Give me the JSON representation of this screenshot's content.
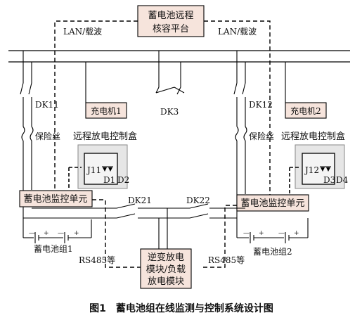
{
  "platform": {
    "line1": "蓄电池远程",
    "line2": "核容平台"
  },
  "lan_left": "LAN/载波",
  "lan_right": "LAN/载波",
  "switches": {
    "dk11": "DK11",
    "dk12": "DK12",
    "dk3": "DK3",
    "dk21": "DK21",
    "dk22": "DK22"
  },
  "fuse_left": "保险丝",
  "fuse_right": "保险丝",
  "charger1": "充电机1",
  "charger2": "充电机2",
  "remote_box_left": "远程放电控制盒",
  "remote_box_right": "远程放电控制盒",
  "relay_left": "J11",
  "relay_right": "J12",
  "diodes": {
    "d1": "D1",
    "d2": "D2",
    "d3": "D3",
    "d4": "D4"
  },
  "monitor_left": "蓄电池监控单元",
  "monitor_right": "蓄电池监控单元",
  "battery_left": "蓄电池组1",
  "battery_right": "蓄电池组2",
  "rs485_left": "RS485等",
  "rs485_right": "RS485等",
  "inverter": {
    "line1": "逆变放电",
    "line2": "模块/负载",
    "line3": "放电模块"
  },
  "caption": "图1　蓄电池组在线监测与控制系统设计图"
}
